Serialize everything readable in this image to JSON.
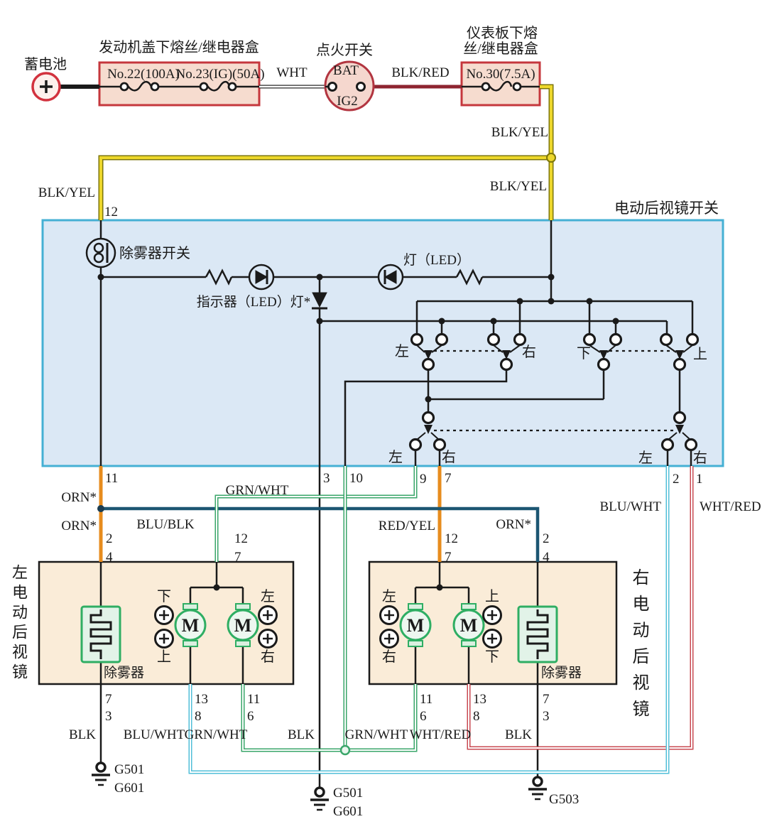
{
  "diagram": {
    "battery_label": "蓄电池",
    "underhood_box": {
      "title": "发动机盖下熔丝/继电器盒",
      "fuse1": "No.22(100A)",
      "fuse2": "No.23(IG)(50A)"
    },
    "ignition": {
      "title": "点火开关",
      "bat": "BAT",
      "ig2": "IG2"
    },
    "underdash_box": {
      "title_line1": "仪表板下熔",
      "title_line2": "丝/继电器盒",
      "fuse": "No.30(7.5A)"
    },
    "wire_labels": {
      "wht": "WHT",
      "blk_red": "BLK/RED",
      "blk_yel": "BLK/YEL",
      "orn": "ORN*",
      "grn_wht": "GRN/WHT",
      "blu_blk": "BLU/BLK",
      "red_yel": "RED/YEL",
      "blu_wht": "BLU/WHT",
      "wht_red": "WHT/RED",
      "blk": "BLK"
    },
    "mirror_switch": {
      "title": "电动后视镜开关",
      "defogger_switch": "除雾器开关",
      "indicator_led": "指示器（LED）灯*",
      "led": "灯（LED）"
    },
    "directions": {
      "left": "左",
      "right": "右",
      "up": "上",
      "down": "下"
    },
    "pins": {
      "p1": "1",
      "p2": "2",
      "p3": "3",
      "p4": "4",
      "p6": "6",
      "p7": "7",
      "p8": "8",
      "p9": "9",
      "p10": "10",
      "p11": "11",
      "p12": "12",
      "p13": "13"
    },
    "left_mirror": {
      "side_label": "左电动后视镜",
      "defogger": "除雾器",
      "motor": "M"
    },
    "right_mirror": {
      "side_label": "右电动后视镜",
      "defogger": "除雾器",
      "motor": "M"
    },
    "grounds": {
      "g501": "G501",
      "g601": "G601",
      "g503": "G503"
    },
    "colors": {
      "yellow": "#edd72b",
      "dark_red": "#8e2430",
      "orange": "#e78c1e",
      "teal": "#1c5672",
      "green": "#3aa66a",
      "light_blue": "#52bfd8",
      "red": "#c84a52",
      "box_blue": "#dbe8f5",
      "box_tan": "#faecd8",
      "box_pink": "#f6dccf"
    }
  }
}
